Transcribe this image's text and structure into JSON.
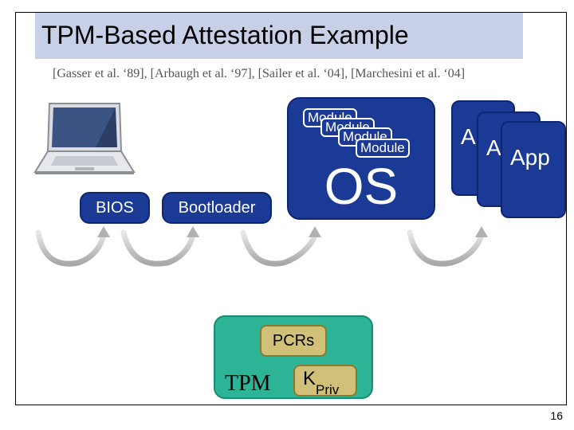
{
  "title": "TPM-Based Attestation Example",
  "citation": "[Gasser et al. ‘89], [Arbaugh et al. ‘97], [Sailer et al. ‘04], [Marchesini et al. ‘04]",
  "boot_chain": {
    "bios": "BIOS",
    "bootloader": "Bootloader",
    "os": "OS",
    "modules": [
      "Module",
      "Module",
      "Module",
      "Module"
    ],
    "apps": [
      "A",
      "A",
      "App"
    ]
  },
  "tpm": {
    "label": "TPM",
    "pcrs": "PCRs",
    "key": "K",
    "key_sub": "Priv"
  },
  "page_number": "16",
  "colors": {
    "blue_box": "#1a3a96",
    "tpm_green": "#2db395",
    "key_gold": "#d0c078",
    "title_band": "#c8d0e8"
  }
}
